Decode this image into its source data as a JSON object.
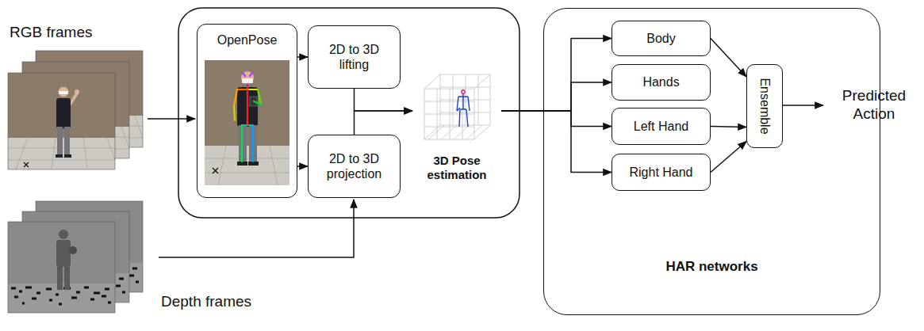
{
  "diagram": {
    "nodes": [
      {
        "text": [
          "OpenPose"
        ]
      },
      {
        "text": [
          "2D to 3D lifting"
        ]
      },
      {
        "text": [
          "2D to 3D projection"
        ]
      },
      {
        "text": [
          "3D Pose estimation"
        ]
      },
      {
        "text": [
          "HAR networks"
        ]
      },
      {
        "text": [
          "Body"
        ],
        "in": 4
      },
      {
        "text": [
          "Hands"
        ],
        "in": 4
      },
      {
        "text": [
          "Left Hand"
        ],
        "in": 4
      },
      {
        "text": [
          "Right Hand"
        ],
        "in": 4
      },
      {
        "text": [
          "Ensemble"
        ],
        "in": 4
      }
    ],
    "edges": [
      {
        "from": 0,
        "to": 1,
        "arrow": "to"
      },
      {
        "from": 0,
        "to": 2,
        "arrow": "to"
      },
      {
        "from": 1,
        "to": 3,
        "arrow": "to"
      },
      {
        "from": 2,
        "to": 3,
        "arrow": "to"
      },
      {
        "from": 3,
        "to": 5,
        "arrow": "to"
      },
      {
        "from": 3,
        "to": 6,
        "arrow": "to"
      },
      {
        "from": 3,
        "to": 7,
        "arrow": "to"
      },
      {
        "from": 3,
        "to": 8,
        "arrow": "to"
      },
      {
        "from": 5,
        "to": 9,
        "arrow": "to"
      },
      {
        "from": 7,
        "to": 9,
        "arrow": "to"
      },
      {
        "from": 8,
        "to": 9,
        "arrow": "to"
      }
    ],
    "labels": [
      "RGB frames",
      "Depth frames",
      "Predicted Action"
    ]
  }
}
